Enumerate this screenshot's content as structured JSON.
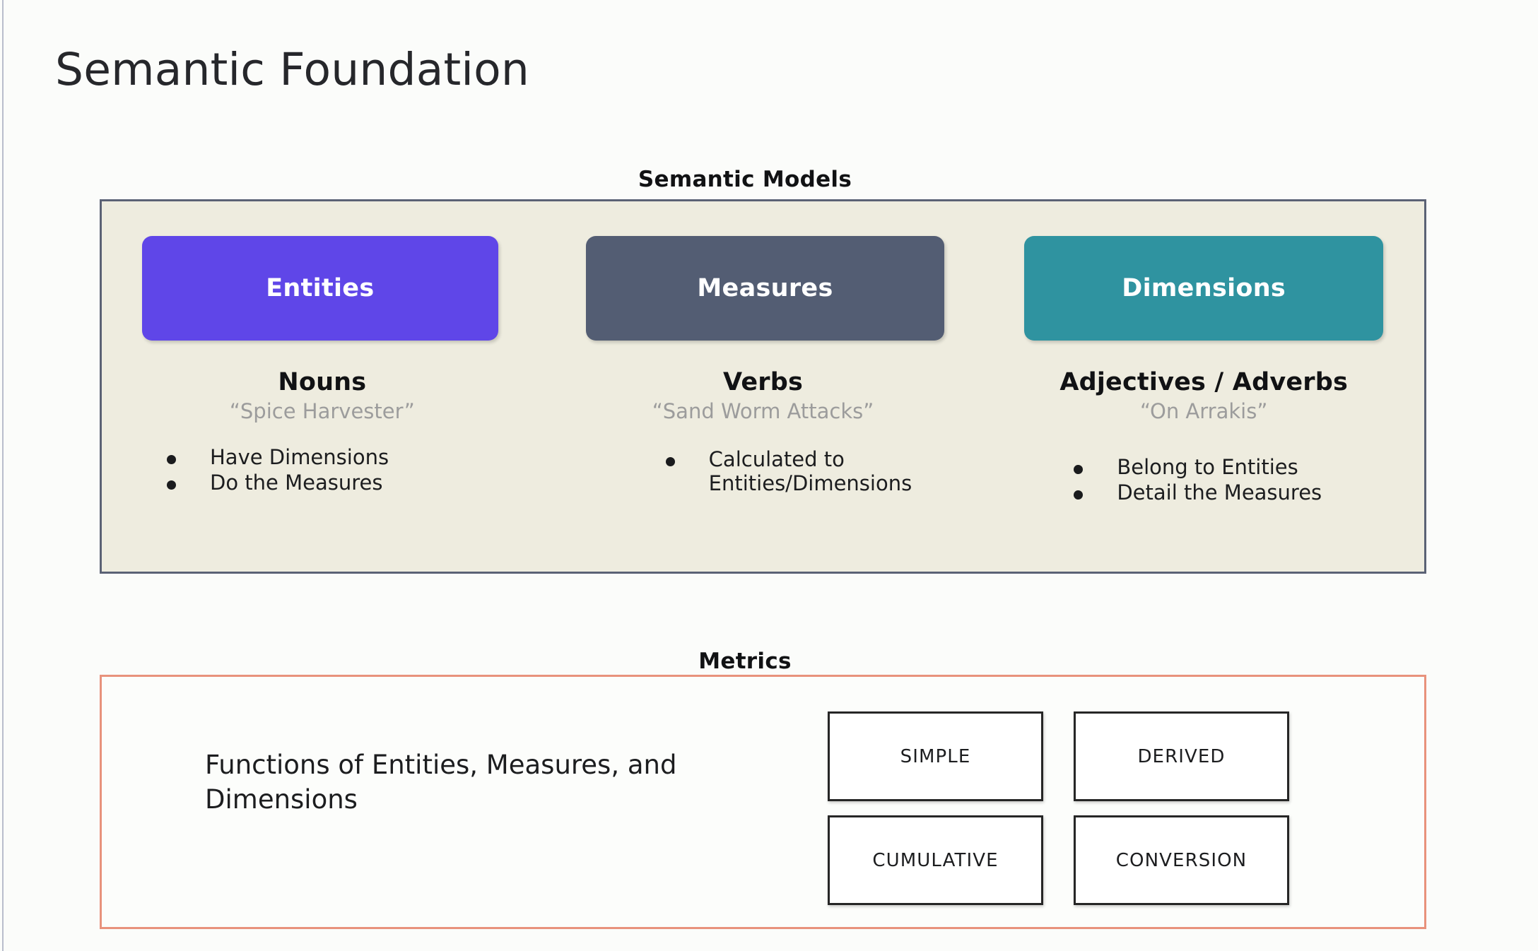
{
  "slide": {
    "title": "Semantic Foundation",
    "background_color": "#fbfcfa"
  },
  "semantic_models": {
    "section_label": "Semantic Models",
    "panel_fill": "#eeecdf",
    "panel_border": "#5b6275",
    "columns": [
      {
        "pill_label": "Entities",
        "pill_color": "#5f46e8",
        "part_of_speech": "Nouns",
        "example": "“Spice Harvester”",
        "bullets": [
          "Have Dimensions",
          "Do the Measures"
        ]
      },
      {
        "pill_label": "Measures",
        "pill_color": "#535d73",
        "part_of_speech": "Verbs",
        "example": "“Sand Worm Attacks”",
        "bullets": [
          "Calculated to Entities/Dimensions"
        ]
      },
      {
        "pill_label": "Dimensions",
        "pill_color": "#2f93a0",
        "part_of_speech": "Adjectives / Adverbs",
        "example": "“On Arrakis”",
        "bullets": [
          "Belong to Entities",
          "Detail the Measures"
        ]
      }
    ]
  },
  "metrics": {
    "section_label": "Metrics",
    "panel_border": "#e8927c",
    "description": "Functions of Entities, Measures, and Dimensions",
    "types": [
      "SIMPLE",
      "DERIVED",
      "CUMULATIVE",
      "CONVERSION"
    ]
  }
}
